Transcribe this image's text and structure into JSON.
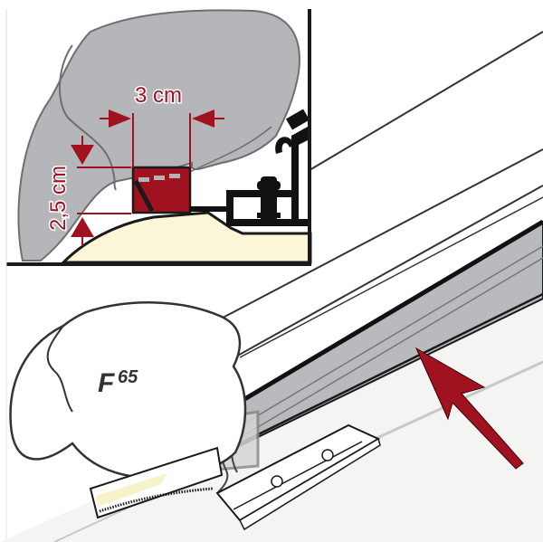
{
  "diagram": {
    "subject": "Awning mounting kit installation",
    "product_logo": {
      "prefix": "F",
      "model": "65"
    },
    "inset": {
      "dimension_width": "3 cm",
      "dimension_height": "2,5 cm"
    },
    "arrow_meaning": "slide rail direction"
  },
  "colors": {
    "accent_red": "#a0121f",
    "awning_gray": "#b5b6b9",
    "roof_cream": "#fbf6d8",
    "rail_gray": "#b9babd",
    "outline": "#1a1a1a"
  }
}
